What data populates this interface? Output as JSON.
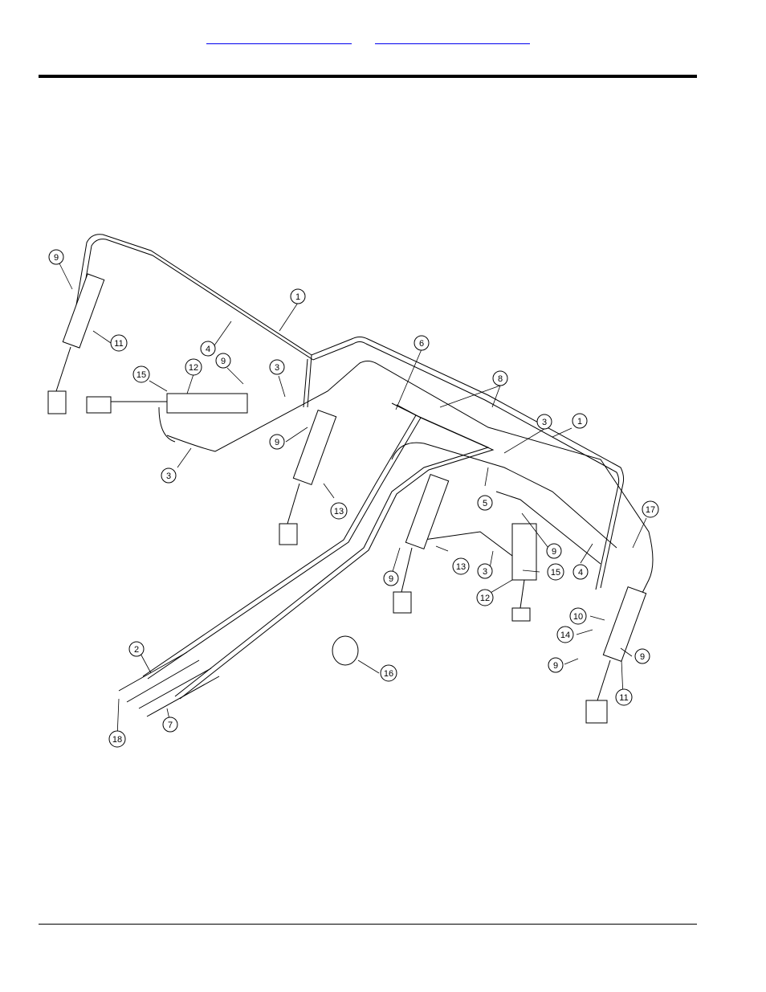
{
  "header": {
    "links": [
      {
        "text": ""
      },
      {
        "text": ""
      }
    ]
  },
  "diagram": {
    "callouts": [
      {
        "id": "c-9a",
        "label": "9"
      },
      {
        "id": "c-11a",
        "label": "11"
      },
      {
        "id": "c-1a",
        "label": "1"
      },
      {
        "id": "c-4a",
        "label": "4"
      },
      {
        "id": "c-15a",
        "label": "15"
      },
      {
        "id": "c-12a",
        "label": "12"
      },
      {
        "id": "c-9b",
        "label": "9"
      },
      {
        "id": "c-3a",
        "label": "3"
      },
      {
        "id": "c-6",
        "label": "6"
      },
      {
        "id": "c-8",
        "label": "8"
      },
      {
        "id": "c-3b",
        "label": "3"
      },
      {
        "id": "c-1b",
        "label": "1"
      },
      {
        "id": "c-9c",
        "label": "9"
      },
      {
        "id": "c-13a",
        "label": "13"
      },
      {
        "id": "c-3c",
        "label": "3"
      },
      {
        "id": "c-5",
        "label": "5"
      },
      {
        "id": "c-17",
        "label": "17"
      },
      {
        "id": "c-9d",
        "label": "9"
      },
      {
        "id": "c-4b",
        "label": "4"
      },
      {
        "id": "c-15b",
        "label": "15"
      },
      {
        "id": "c-9e",
        "label": "9"
      },
      {
        "id": "c-13b",
        "label": "13"
      },
      {
        "id": "c-3d",
        "label": "3"
      },
      {
        "id": "c-12b",
        "label": "12"
      },
      {
        "id": "c-10",
        "label": "10"
      },
      {
        "id": "c-14",
        "label": "14"
      },
      {
        "id": "c-9f",
        "label": "9"
      },
      {
        "id": "c-9g",
        "label": "9"
      },
      {
        "id": "c-11b",
        "label": "11"
      },
      {
        "id": "c-2",
        "label": "2"
      },
      {
        "id": "c-16",
        "label": "16"
      },
      {
        "id": "c-18",
        "label": "18"
      },
      {
        "id": "c-7",
        "label": "7"
      }
    ]
  }
}
